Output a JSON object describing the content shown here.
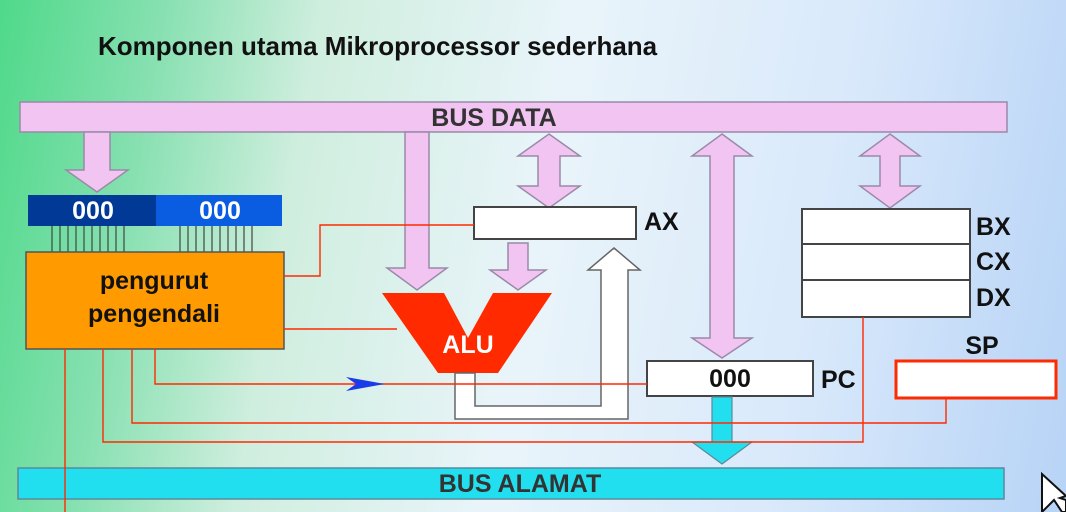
{
  "title": "Komponen utama Mikroprocessor sederhana",
  "bus_data": "BUS DATA",
  "bus_alamat": "BUS ALAMAT",
  "instruction_register": {
    "left": "000",
    "right": "000"
  },
  "control_unit": {
    "line1": "pengurut",
    "line2": "pengendali"
  },
  "alu": "ALU",
  "registers": {
    "ax": "AX",
    "bx": "BX",
    "cx": "CX",
    "dx": "DX",
    "pc": "PC",
    "pc_value": "000",
    "sp": "SP"
  },
  "colors": {
    "bus_data": "#f2c4f2",
    "bus_alamat": "#22dff0",
    "control_unit": "#ff9a00",
    "alu": "#ff2a00",
    "ir_left": "#003a96",
    "ir_right": "#0a5ce0",
    "control_lines": "#ff2a00",
    "sp_border": "#ff2a00"
  }
}
